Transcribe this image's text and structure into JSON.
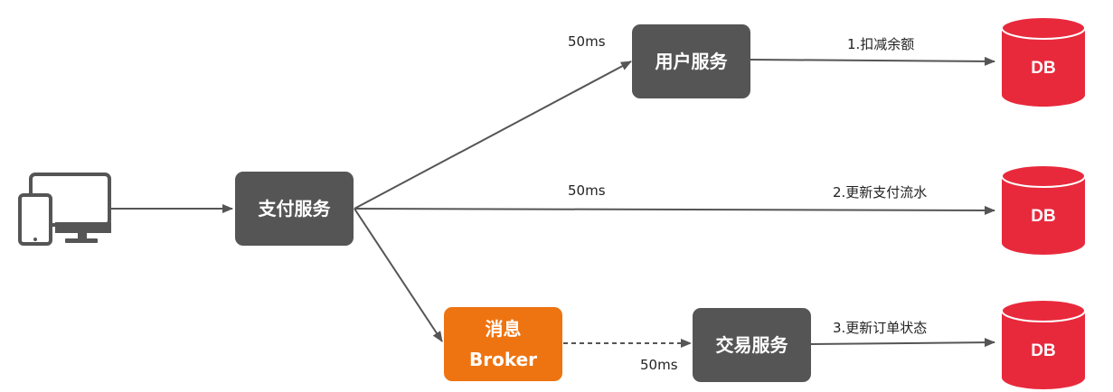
{
  "nodes": {
    "pay_service": "支付服务",
    "user_service": "用户服务",
    "broker_line1": "消息",
    "broker_line2": "Broker",
    "trade_service": "交易服务",
    "db1": "DB",
    "db2": "DB",
    "db3": "DB"
  },
  "edges": {
    "to_user_latency": "50ms",
    "to_db1_step": "1.扣减余额",
    "mid_latency": "50ms",
    "to_db2_step": "2.更新支付流水",
    "broker_trade_latency": "50ms",
    "to_db3_step": "3.更新订单状态"
  },
  "icons": [
    "client-devices-icon",
    "database-icon"
  ],
  "colors": {
    "service_box": "#555555",
    "broker_box": "#ee7412",
    "database": "#e8293c",
    "arrow": "#555555"
  }
}
